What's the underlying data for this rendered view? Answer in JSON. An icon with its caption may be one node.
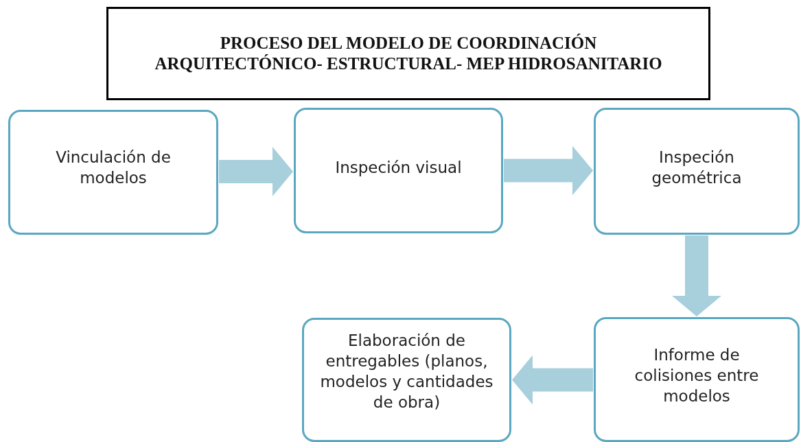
{
  "diagram": {
    "title": "PROCESO DEL MODELO DE COORDINACIÓN ARQUITECTÓNICO- ESTRUCTURAL- MEP HIDROSANITARIO",
    "nodes": [
      {
        "text": [
          "Vinculación de modelos"
        ]
      },
      {
        "text": [
          "Inspeción visual"
        ]
      },
      {
        "text": [
          "Inspeción geométrica"
        ]
      },
      {
        "text": [
          "Informe de colisiones entre modelos"
        ]
      },
      {
        "text": [
          "Elaboración de entregables (planos, modelos y cantidades de obra)"
        ]
      }
    ],
    "edges": [
      {
        "from": 0,
        "to": 1,
        "arrow": "to"
      },
      {
        "from": 1,
        "to": 2,
        "arrow": "to"
      },
      {
        "from": 2,
        "to": 3,
        "arrow": "to"
      },
      {
        "from": 3,
        "to": 4,
        "arrow": "to"
      }
    ]
  }
}
